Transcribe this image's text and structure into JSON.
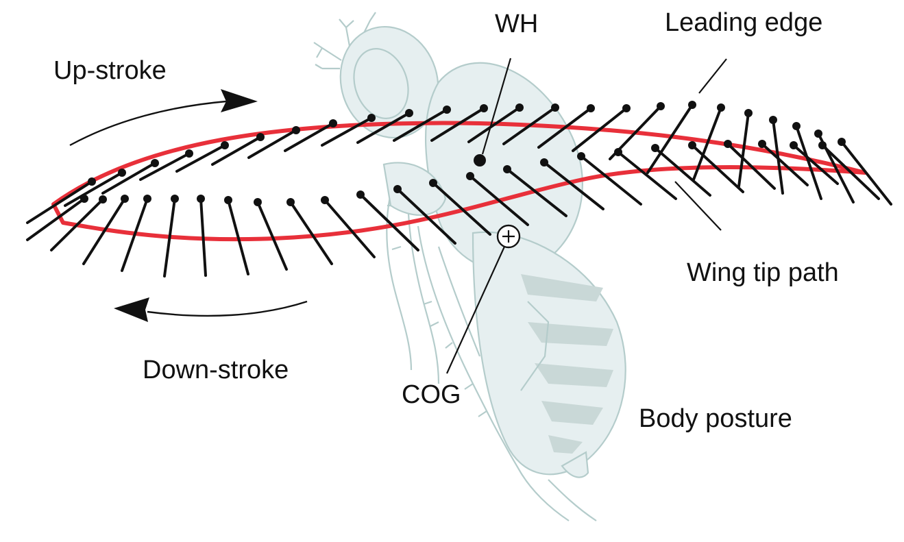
{
  "labels": {
    "wh": "WH",
    "leading_edge": "Leading edge",
    "up_stroke": "Up-stroke",
    "wing_tip_path": "Wing tip path",
    "down_stroke": "Down-stroke",
    "cog": "COG",
    "body_posture": "Body posture"
  },
  "colors": {
    "wing_tip_path": "#e8303a",
    "wing_chord": "#111111",
    "fly_fill": "#e6eff0",
    "fly_outline": "#b4cccb"
  }
}
